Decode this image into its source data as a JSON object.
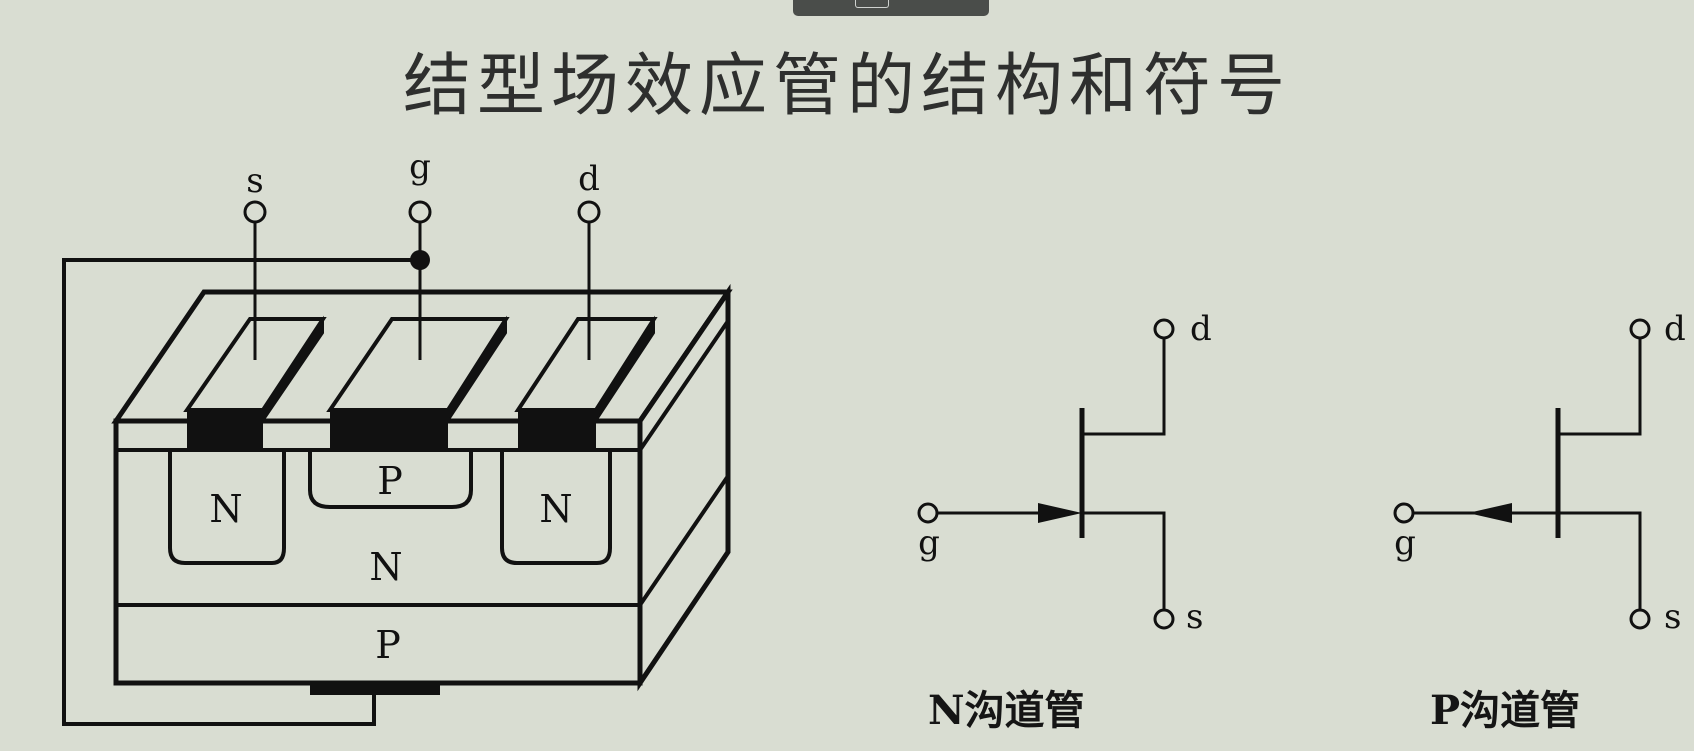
{
  "title": "结型场效应管的结构和符号",
  "structure": {
    "terminals": {
      "source": "s",
      "gate": "g",
      "drain": "d"
    },
    "regions": {
      "source_region": "N",
      "gate_region": "P",
      "drain_region": "N",
      "channel": "N",
      "substrate": "P"
    }
  },
  "n_channel_symbol": {
    "caption": "N沟道管",
    "gate": "g",
    "drain": "d",
    "source": "s"
  },
  "p_channel_symbol": {
    "caption": "P沟道管",
    "gate": "g",
    "drain": "d",
    "source": "s"
  },
  "colors": {
    "background": "#d9ddd2",
    "ink": "#111111",
    "title": "#2e2f2e"
  }
}
